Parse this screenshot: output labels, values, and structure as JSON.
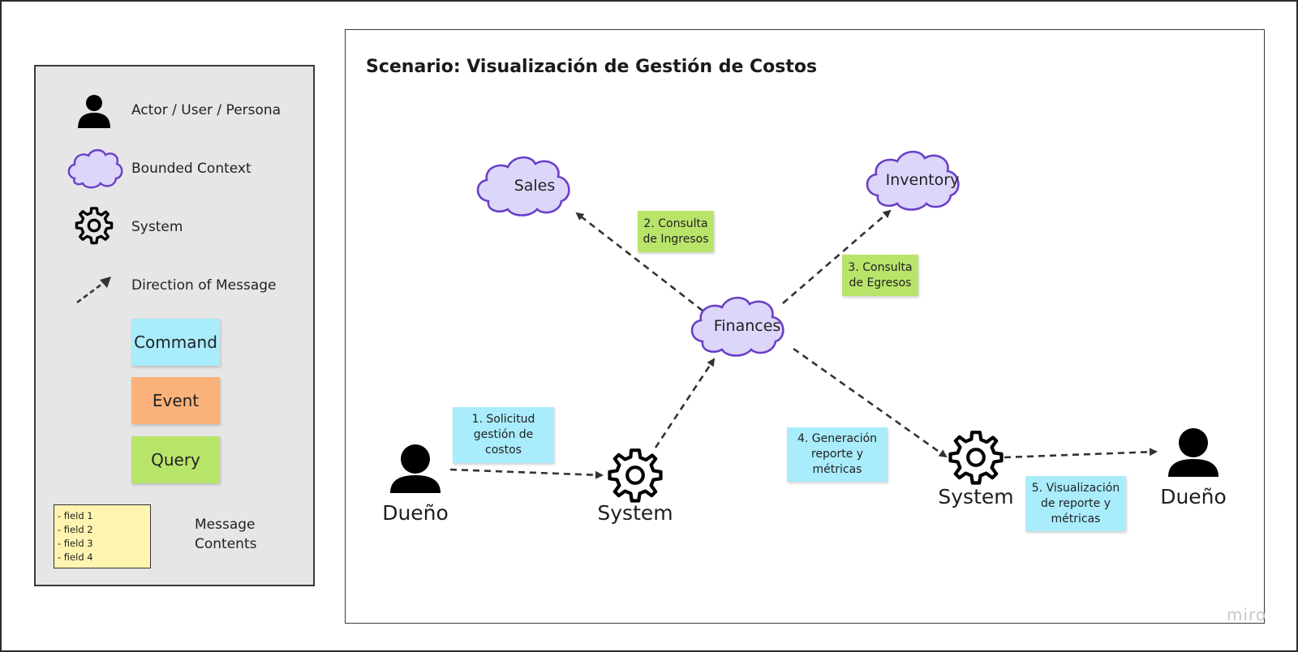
{
  "legend": {
    "actor": "Actor / User / Persona",
    "bounded_context": "Bounded Context",
    "system": "System",
    "direction": "Direction of Message",
    "command": "Command",
    "event": "Event",
    "query": "Query",
    "fields": [
      "- field 1",
      "- field 2",
      "- field 3",
      "- field 4"
    ],
    "message_contents_1": "Message",
    "message_contents_2": "Contents"
  },
  "scenario": {
    "title": "Scenario: Visualización de Gestión de Costos",
    "contexts": {
      "sales": "Sales",
      "inventory": "Inventory",
      "finances": "Finances"
    },
    "actors": {
      "owner_left": "Dueño",
      "owner_right": "Dueño"
    },
    "systems": {
      "system_left": "System",
      "system_right": "System"
    },
    "messages": {
      "m1": [
        "1. Solicitud",
        "gestión de",
        "costos"
      ],
      "m2": [
        "2. Consulta",
        "de Ingresos"
      ],
      "m3": [
        "3. Consulta",
        "de Egresos"
      ],
      "m4": [
        "4. Generación",
        "reporte y",
        "métricas"
      ],
      "m5": [
        "5. Visualización",
        "de reporte y",
        "métricas"
      ]
    }
  },
  "watermark": "miro",
  "colors": {
    "cloud_fill": "#dcd6fb",
    "cloud_stroke": "#6a3fc8",
    "command": "#a9ecfb",
    "event": "#fbb27a",
    "query": "#b9e46a",
    "fields": "#fff5b1",
    "legend_bg": "#e6e6e6"
  },
  "icons": [
    "person-icon",
    "cloud-icon",
    "gear-icon",
    "dashed-arrow-icon"
  ]
}
